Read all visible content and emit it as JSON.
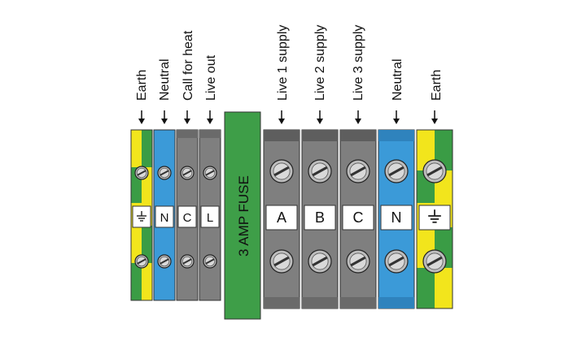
{
  "colors": {
    "grey": "#7f7f7f",
    "grey_dark": "#5e5e5e",
    "blue": "#3b9ad8",
    "yellow": "#f2e51c",
    "green": "#3a9c45",
    "fuse_green": "#3e9e48",
    "outline": "#333333"
  },
  "labels": {
    "earth_left": "Earth",
    "neutral_left": "Neutral",
    "call_for_heat": "Call for heat",
    "live_out": "Live out",
    "live1": "Live 1  supply",
    "live2": "Live 2 supply",
    "live3": "Live 3 supply",
    "neutral_right": "Neutral",
    "earth_right": "Earth"
  },
  "fuse_label": "3 AMP FUSE",
  "terminal_letters": {
    "neutral_left": "N",
    "call_for_heat": "C",
    "live_out": "L",
    "live1": "A",
    "live2": "B",
    "live3": "C",
    "neutral_right": "N"
  },
  "icons": {
    "earth_symbol": "earth-ground-icon",
    "arrow": "down-arrow-icon",
    "screw": "slotted-screw-icon"
  }
}
